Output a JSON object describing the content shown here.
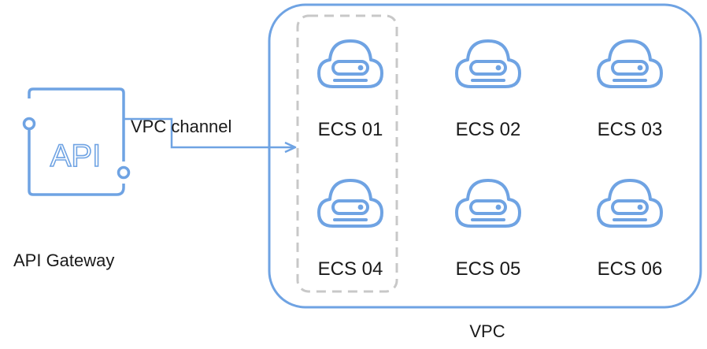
{
  "colors": {
    "accent": "#6fa3e3",
    "dashed": "#c8c8c8",
    "text": "#1a1a1a"
  },
  "api_gateway": {
    "icon_text": "API",
    "label": "API Gateway",
    "icon": "api-icon"
  },
  "channel": {
    "label": "VPC channel"
  },
  "vpc": {
    "label": "VPC"
  },
  "ecs": [
    {
      "label": "ECS 01",
      "icon": "cloud-server-icon",
      "highlighted": true
    },
    {
      "label": "ECS 02",
      "icon": "cloud-server-icon",
      "highlighted": false
    },
    {
      "label": "ECS 03",
      "icon": "cloud-server-icon",
      "highlighted": false
    },
    {
      "label": "ECS 04",
      "icon": "cloud-server-icon",
      "highlighted": true
    },
    {
      "label": "ECS 05",
      "icon": "cloud-server-icon",
      "highlighted": false
    },
    {
      "label": "ECS 06",
      "icon": "cloud-server-icon",
      "highlighted": false
    }
  ]
}
